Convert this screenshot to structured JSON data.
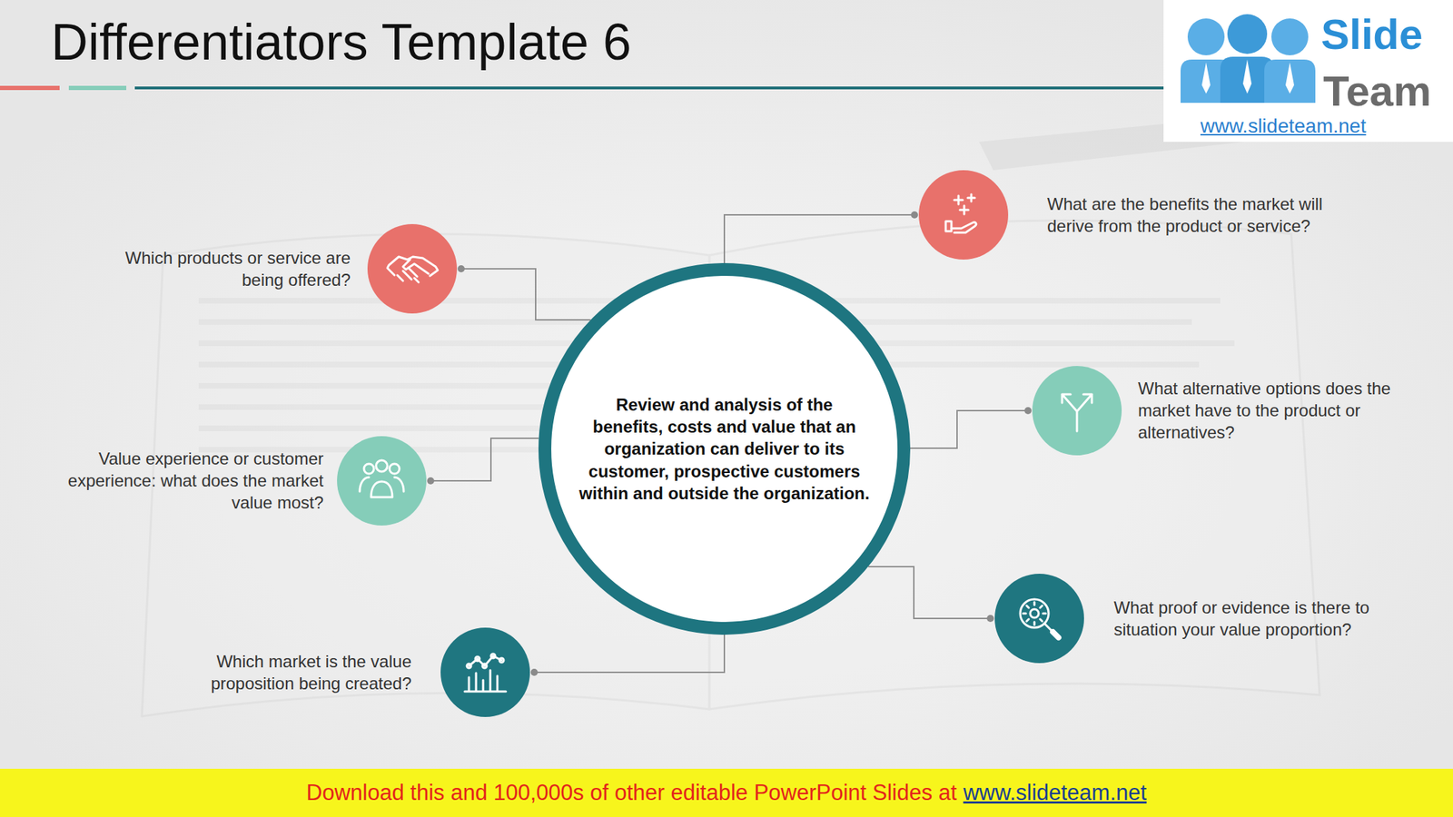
{
  "diagram": {
    "title": "Differentiators Template 6",
    "nodes": [
      {
        "text": [
          "Review and analysis of the benefits, costs and value that an organization can deliver to its customer, prospective customers within and outside the organization."
        ]
      },
      {
        "text": [
          "What are the benefits the market will derive from the product or service?"
        ]
      },
      {
        "text": [
          "Which products or service are being offered?"
        ]
      },
      {
        "text": [
          "What alternative options does the market have to the product or alternatives?"
        ]
      },
      {
        "text": [
          "Value experience or customer experience: what does the market value most?"
        ]
      },
      {
        "text": [
          "What proof or evidence is there to situation your value proportion?"
        ]
      },
      {
        "text": [
          "Which market is the value proposition being created?"
        ]
      }
    ],
    "edges": [
      {
        "from": 0,
        "to": 1,
        "arrow": "none"
      },
      {
        "from": 0,
        "to": 2,
        "arrow": "none"
      },
      {
        "from": 0,
        "to": 3,
        "arrow": "none"
      },
      {
        "from": 0,
        "to": 4,
        "arrow": "none"
      },
      {
        "from": 0,
        "to": 5,
        "arrow": "none"
      },
      {
        "from": 0,
        "to": 6,
        "arrow": "none"
      }
    ],
    "labels": [
      "Slide",
      "Team",
      "www.slideteam.net",
      "Download this and 100,000s of other editable PowerPoint Slides at",
      "www.slideteam.net"
    ]
  }
}
